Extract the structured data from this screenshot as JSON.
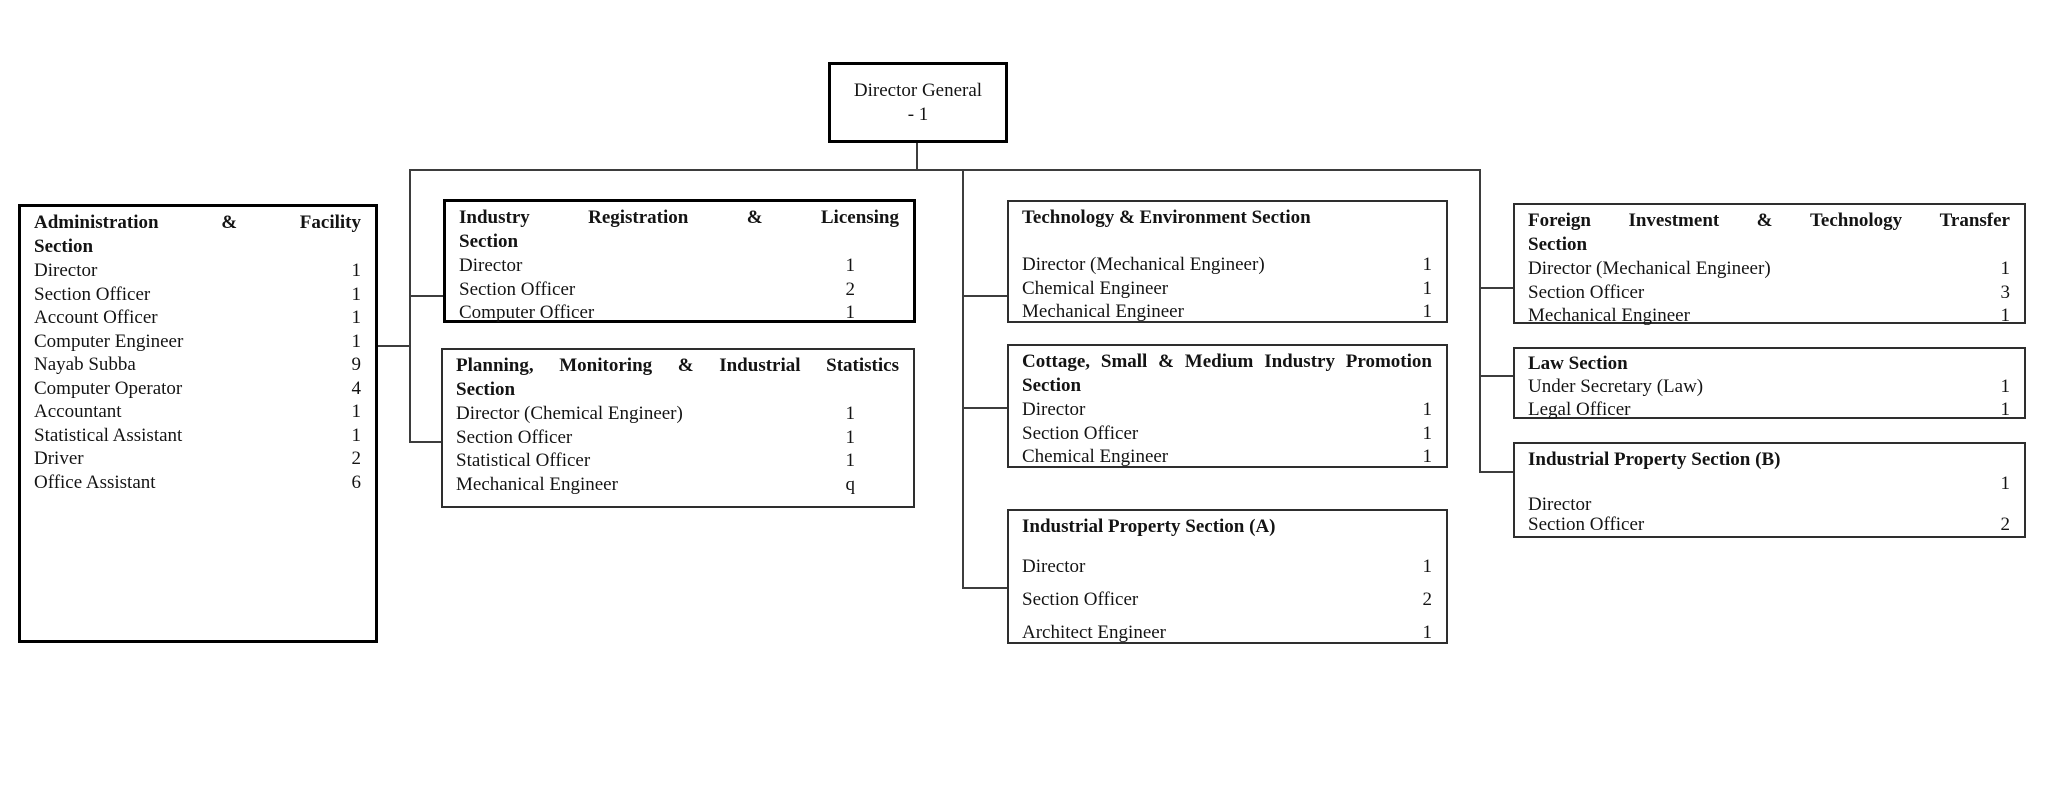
{
  "root": {
    "line1": "Director General",
    "line2": "- 1"
  },
  "sections": [
    {
      "id": "admin",
      "title_lines": [
        "Administration & Facility",
        "Section"
      ],
      "rows": [
        {
          "label": "Director",
          "value": "1"
        },
        {
          "label": "Section Officer",
          "value": "1"
        },
        {
          "label": "Account Officer",
          "value": "1"
        },
        {
          "label": "Computer Engineer",
          "value": "1"
        },
        {
          "label": "Nayab Subba",
          "value": "9"
        },
        {
          "label": "Computer Operator",
          "value": "4"
        },
        {
          "label": "Accountant",
          "value": "1"
        },
        {
          "label": "Statistical Assistant",
          "value": "1"
        },
        {
          "label": "Driver",
          "value": "2"
        },
        {
          "label": "Office Assistant",
          "value": "6"
        }
      ]
    },
    {
      "id": "industry",
      "title_lines": [
        "Industry Registration & Licensing",
        "Section"
      ],
      "rows": [
        {
          "label": "Director",
          "value": "1"
        },
        {
          "label": "Section Officer",
          "value": "2"
        },
        {
          "label": "Computer Officer",
          "value": "1"
        }
      ]
    },
    {
      "id": "planning",
      "title_lines": [
        "Planning, Monitoring & Industrial Statistics",
        "Section"
      ],
      "rows": [
        {
          "label": "Director (Chemical Engineer)",
          "value": "1"
        },
        {
          "label": "Section Officer",
          "value": "1"
        },
        {
          "label": "Statistical Officer",
          "value": "1"
        },
        {
          "label": "Mechanical Engineer",
          "value": "q"
        }
      ]
    },
    {
      "id": "technology",
      "title_lines": [
        "Technology & Environment Section"
      ],
      "rows": [
        {
          "label": "Director (Mechanical Engineer)",
          "value": "1"
        },
        {
          "label": "Chemical Engineer",
          "value": "1"
        },
        {
          "label": "Mechanical Engineer",
          "value": "1"
        }
      ]
    },
    {
      "id": "cottage",
      "title_lines": [
        "Cottage, Small & Medium Industry Promotion",
        "Section"
      ],
      "rows": [
        {
          "label": "Director",
          "value": "1"
        },
        {
          "label": "Section Officer",
          "value": "1"
        },
        {
          "label": "Chemical Engineer",
          "value": "1"
        }
      ]
    },
    {
      "id": "indpropA",
      "title_lines": [
        "Industrial Property Section (A)"
      ],
      "rows": [
        {
          "label": "Director",
          "value": "1"
        },
        {
          "label": "Section Officer",
          "value": "2"
        },
        {
          "label": "Architect Engineer",
          "value": "1"
        }
      ]
    },
    {
      "id": "foreign",
      "title_lines": [
        "Foreign Investment & Technology Transfer",
        "Section"
      ],
      "rows": [
        {
          "label": "Director (Mechanical Engineer)",
          "value": "1"
        },
        {
          "label": "Section Officer",
          "value": "3"
        },
        {
          "label": "Mechanical Engineer",
          "value": "1"
        }
      ]
    },
    {
      "id": "law",
      "title_lines": [
        "Law Section"
      ],
      "rows": [
        {
          "label": "Under Secretary (Law)",
          "value": "1"
        },
        {
          "label": "Legal Officer",
          "value": "1"
        }
      ]
    },
    {
      "id": "indpropB",
      "title_lines": [
        "Industrial Property Section (B)"
      ],
      "rows": [
        {
          "label": "",
          "value": "1"
        },
        {
          "label": "Director",
          "value": ""
        },
        {
          "label": "Section Officer",
          "value": "2"
        }
      ]
    }
  ]
}
